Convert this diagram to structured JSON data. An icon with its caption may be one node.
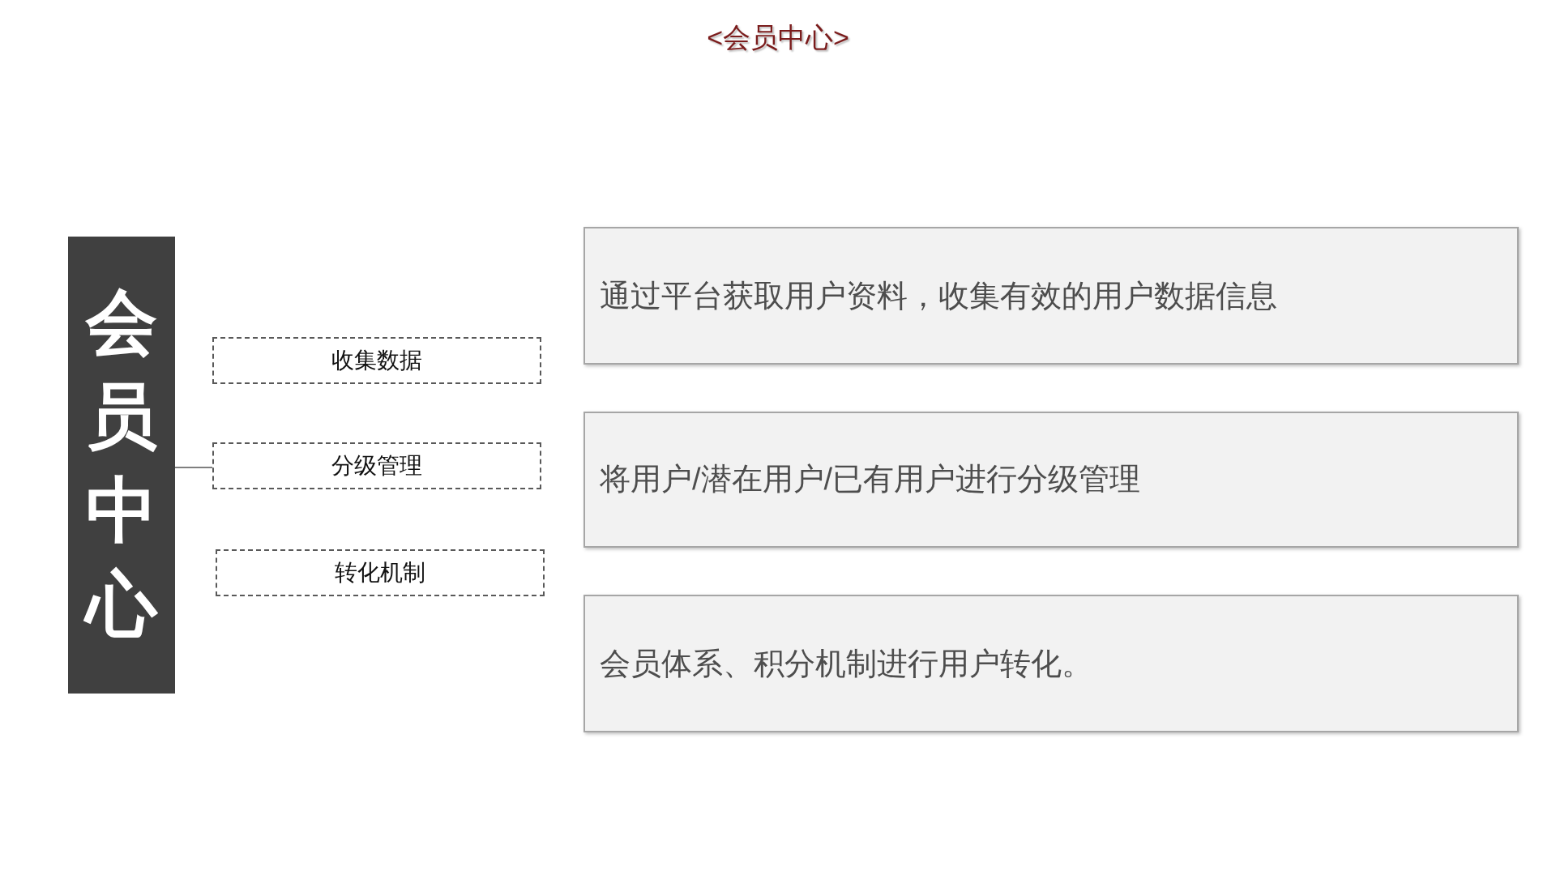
{
  "diagram": {
    "title": "<会员中心>",
    "nodes": [
      {
        "text": [
          "会员中心"
        ]
      },
      {
        "text": [
          "收集数据"
        ]
      },
      {
        "text": [
          "分级管理"
        ]
      },
      {
        "text": [
          "转化机制"
        ]
      },
      {
        "text": [
          "通过平台获取用户资料，收集有效的用户数据信息"
        ]
      },
      {
        "text": [
          "将用户/潜在用户/已有用户进行分级管理"
        ]
      },
      {
        "text": [
          "会员体系、积分机制进行用户转化。"
        ]
      }
    ],
    "edges": [
      {
        "from": 0,
        "to": 2,
        "arrow": "none"
      }
    ]
  }
}
